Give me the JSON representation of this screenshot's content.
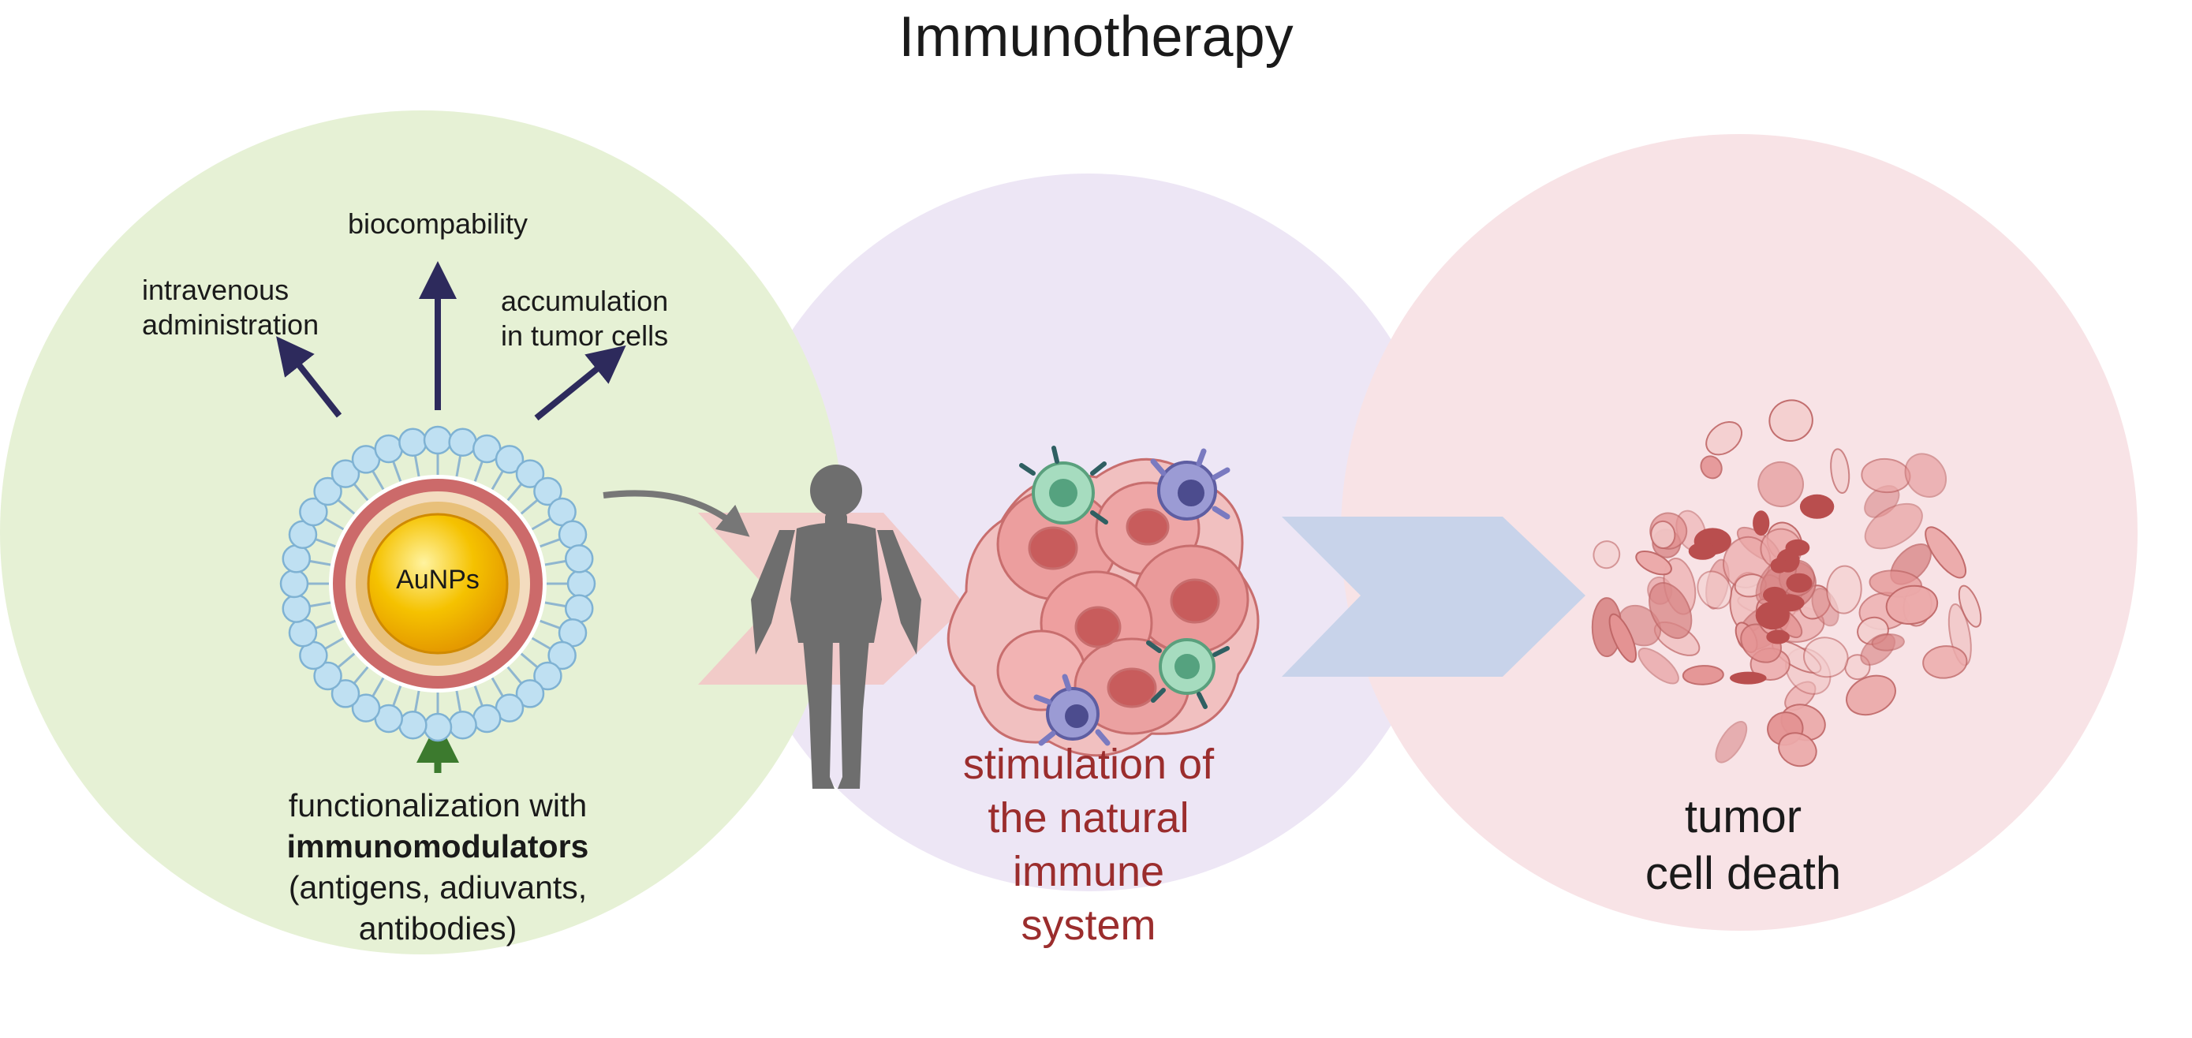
{
  "title": "Immunotherapy",
  "nanoparticle": {
    "core_label": "AuNPs",
    "properties": {
      "left": [
        "intravenous",
        "administration"
      ],
      "top": "biocompability",
      "right": [
        "accumulation",
        "in tumor cells"
      ]
    },
    "functionalization": {
      "line1": "functionalization with",
      "line2_bold": "immunomodulators",
      "line3": "(antigens, adiuvants,",
      "line4": "antibodies)"
    }
  },
  "immune_stage": {
    "label": [
      "stimulation of",
      "the natural",
      "immune",
      "system"
    ]
  },
  "death_stage": {
    "label": [
      "tumor",
      "cell death"
    ]
  },
  "colors": {
    "circle_green": "#e6f1d5",
    "circle_lavender": "#ede6f5",
    "circle_pink": "#f8e3e6",
    "arrow_navy": "#2d2a5c",
    "arrow_green": "#3c7a2e",
    "chevron_pink": "#f2c6c6",
    "chevron_blue": "#c8d3ea",
    "gold": "#f5b800",
    "tumor_red": "#d98686",
    "label_red": "#9b2d2d"
  }
}
